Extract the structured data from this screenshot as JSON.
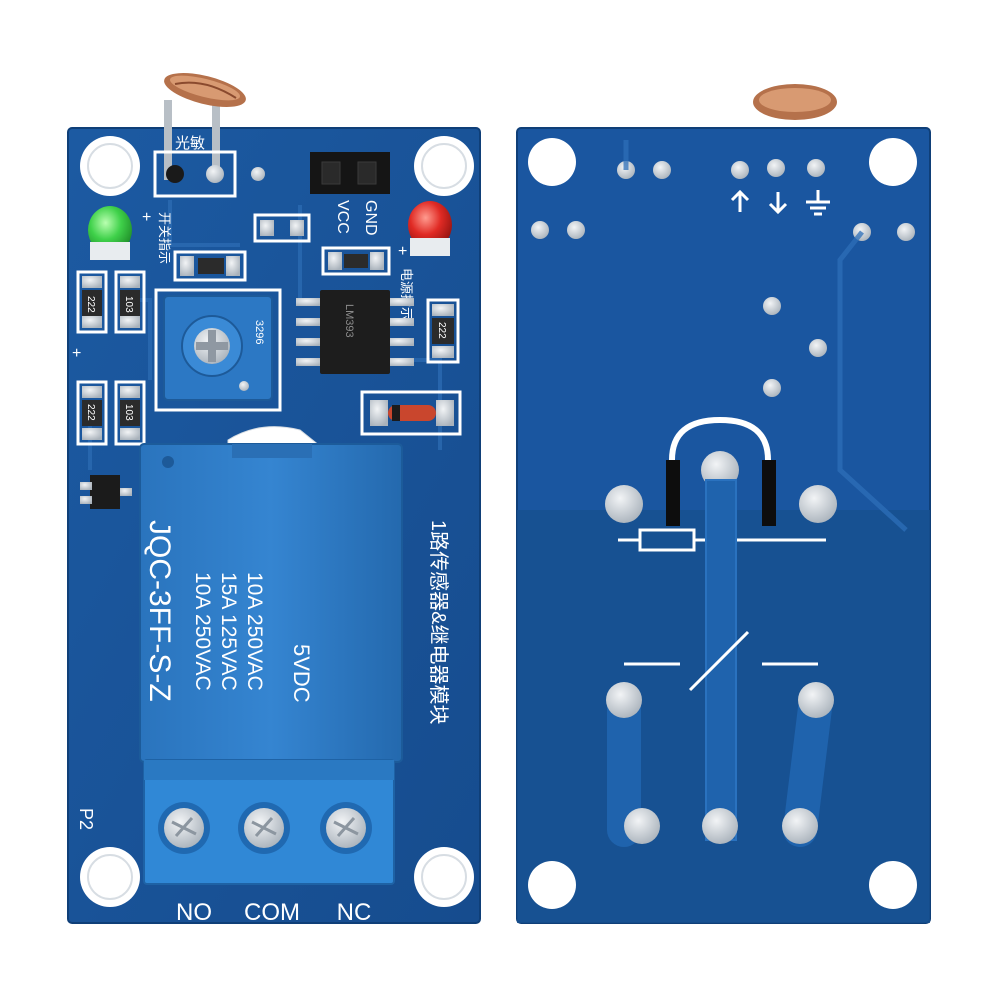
{
  "front_board": {
    "labels": {
      "photo_sensor": "光敏",
      "vcc": "VCC",
      "gnd": "GND",
      "switch_indicator": "开关指示",
      "power_indicator": "电源指示",
      "module_name": "1路传感器&继电器模块",
      "p2": "P2",
      "no": "NO",
      "com": "COM",
      "nc": "NC",
      "chip": "LM393",
      "pot": "3296",
      "res_a": "222",
      "res_b": "103",
      "res_c": "222",
      "res_d": "103",
      "res_e": "222",
      "plus_1": "+",
      "plus_2": "+",
      "plus_3": "+"
    },
    "relay": {
      "model": "JQC-3FF-S-Z",
      "rating_1": "10A 250VAC",
      "rating_2": "15A 125VAC",
      "rating_3": "10A 250VAC",
      "coil": "5VDC"
    },
    "colors": {
      "pcb": "#1f5fa8",
      "relay": "#2f7fc9",
      "led_green": "#3fd14a",
      "led_red": "#e02a24"
    }
  },
  "back_board": {
    "icons": [
      "arrow-up-icon",
      "arrow-down-icon",
      "ground-icon"
    ]
  }
}
